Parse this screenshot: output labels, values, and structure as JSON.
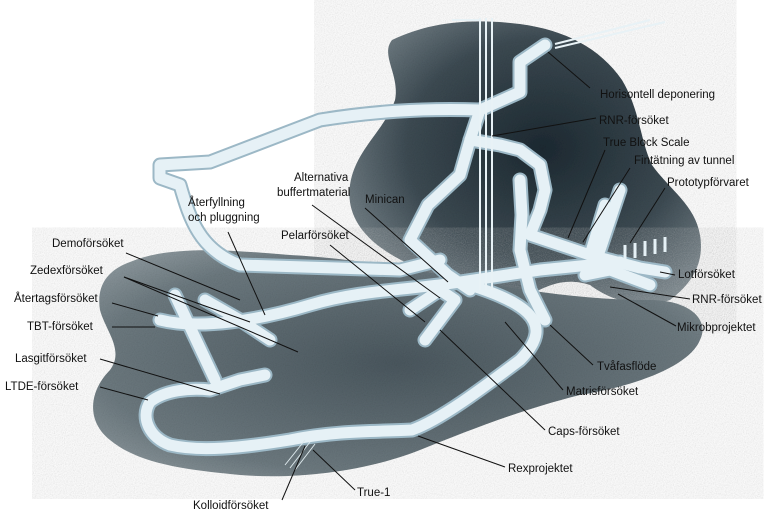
{
  "labels": {
    "horisontell_deponering": "Horisontell deponering",
    "rnr_forsoket_top": "RNR-försöket",
    "true_block_scale": "True Block Scale",
    "fintatning_av_tunnel": "Fintätning av tunnel",
    "prototypforvaret": "Prototypförvaret",
    "aterfyllning_line1": "Återfyllning",
    "aterfyllning_line2": "och pluggning",
    "alternativa_line1": "Alternativa",
    "alternativa_line2": "buffertmaterial",
    "minican": "Minican",
    "pelarforsoket": "Pelarförsöket",
    "demoforsoket": "Demoförsöket",
    "zedexforsoket": "Zedexförsöket",
    "atertagsforsoket": "Återtagsförsöket",
    "tbt_forsoket": "TBT-försöket",
    "lasgitforsoket": "Lasgitförsöket",
    "ltde_forsoket": "LTDE-försöket",
    "lotforsoket": "Lotförsöket",
    "rnr_forsoket_right": "RNR-försöket",
    "mikrobprojektet": "Mikrobprojektet",
    "tvafasflode": "Tvåfasflöde",
    "matrisforsoket": "Matrisförsöket",
    "caps_forsoket": "Caps-försöket",
    "rexprojektet": "Rexprojektet",
    "kolloidforsoket": "Kolloidförsöket",
    "true_1": "True-1"
  },
  "colors": {
    "tunnel": "#e6f1f6",
    "tunnel_edge": "#9cb8c6",
    "rock_dark": "#24323b",
    "rock_mid": "#6f7f87",
    "text": "#111111"
  }
}
